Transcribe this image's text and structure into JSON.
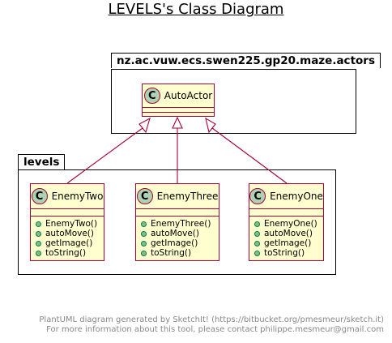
{
  "title": "LEVELS's Class Diagram",
  "packages": {
    "actors": {
      "name": "nz.ac.vuw.ecs.swen225.gp20.maze.actors"
    },
    "levels": {
      "name": "levels"
    }
  },
  "classes": {
    "autoActor": {
      "stereotype": "C",
      "name": "AutoActor"
    },
    "enemyTwo": {
      "stereotype": "C",
      "name": "EnemyTwo",
      "methods": [
        "EnemyTwo()",
        "autoMove()",
        "getImage()",
        "toString()"
      ]
    },
    "enemyThree": {
      "stereotype": "C",
      "name": "EnemyThree",
      "methods": [
        "EnemyThree()",
        "autoMove()",
        "getImage()",
        "toString()"
      ]
    },
    "enemyOne": {
      "stereotype": "C",
      "name": "EnemyOne",
      "methods": [
        "EnemyOne()",
        "autoMove()",
        "getImage()",
        "toString()"
      ]
    }
  },
  "colors": {
    "class_fill": "#FEFECE",
    "class_border": "#A80036",
    "badge_fill": "#ADD1B2",
    "method_dot": "#84BE84",
    "footer_text": "#888888"
  },
  "footer": {
    "line1": "PlantUML diagram generated by SketchIt! (https://bitbucket.org/pmesmeur/sketch.it)",
    "line2": "For more information about this tool, please contact philippe.mesmeur@gmail.com"
  }
}
